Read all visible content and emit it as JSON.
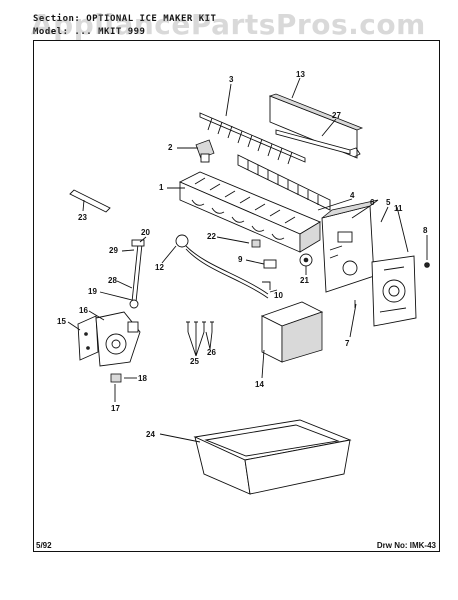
{
  "header": {
    "section_line": "Section: OPTIONAL ICE MAKER KIT",
    "model_line": "Model: ... MKIT 999"
  },
  "watermark": "AppliancePartsPros.com",
  "footer": {
    "date": "5/92",
    "drawing_number": "Drw No: IMK-43"
  },
  "callouts": [
    "1",
    "2",
    "3",
    "4",
    "5",
    "6",
    "7",
    "8",
    "9",
    "10",
    "11",
    "12",
    "13",
    "14",
    "15",
    "16",
    "17",
    "18",
    "19",
    "20",
    "21",
    "22",
    "23",
    "24",
    "25",
    "26",
    "27",
    "28",
    "29"
  ]
}
